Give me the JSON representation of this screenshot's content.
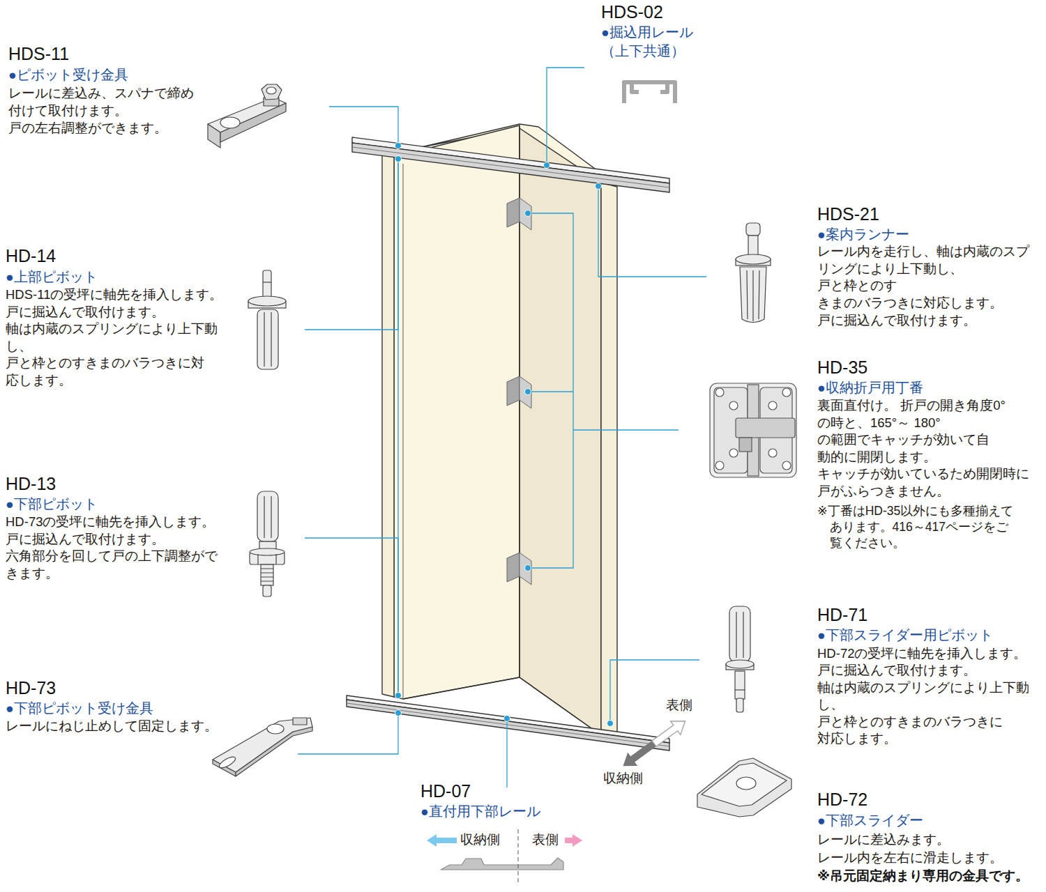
{
  "diagram": {
    "labels": [
      "HDS-11",
      "●ピボット受け金具",
      "レールに差込み、スパナで締め 付けて取付けます。 戸の左右調整ができます。",
      "HDS-02",
      "●掘込用レール （上下共通）",
      "HD-14",
      "●上部ピボット",
      "HDS-11の受坪に軸先を挿入します。 戸に掘込んで取付けます。 軸は内蔵のスプリングにより上下動 し、戸と枠とのすきまのバラつきに対 応します。",
      "HDS-21",
      "●案内ランナー",
      "レール内を走行し、軸は内蔵のスプ リングにより上下動し、戸と枠とのす きまのバラつきに対応します。 戸に掘込んで取付けます。",
      "HD-35",
      "●収納折戸用丁番",
      "裏面直付け。 折戸の開き角度0°の時と、165°～ 180°の範囲でキャッチが効いて自 動的に開閉します。 キャッチが効いているため開閉時に 戸がふらつきません。",
      "※丁番はHD-35以外にも多種揃えて あります。416～417ページをご 覧ください。",
      "HD-13",
      "●下部ピボット",
      "HD-73の受坪に軸先を挿入します。 戸に掘込んで取付けます。 六角部分を回して戸の上下調整がで きます。",
      "HD-71",
      "●下部スライダー用ピボット",
      "HD-72の受坪に軸先を挿入します。 戸に掘込んで取付けます。 軸は内蔵のスプリングにより上下動 し、戸と枠とのすきまのバラつきに 対応します。",
      "HD-73",
      "●下部ピボット受け金具",
      "レールにねじ止めして固定します。",
      "表側",
      "収納側",
      "HD-07",
      "●直付用下部レール",
      "収納側",
      "表側",
      "HD-72",
      "●下部スライダー",
      "レールに差込みます。 レール内を左右に滑走します。",
      "※吊元固定納まり専用の金具です。"
    ]
  }
}
